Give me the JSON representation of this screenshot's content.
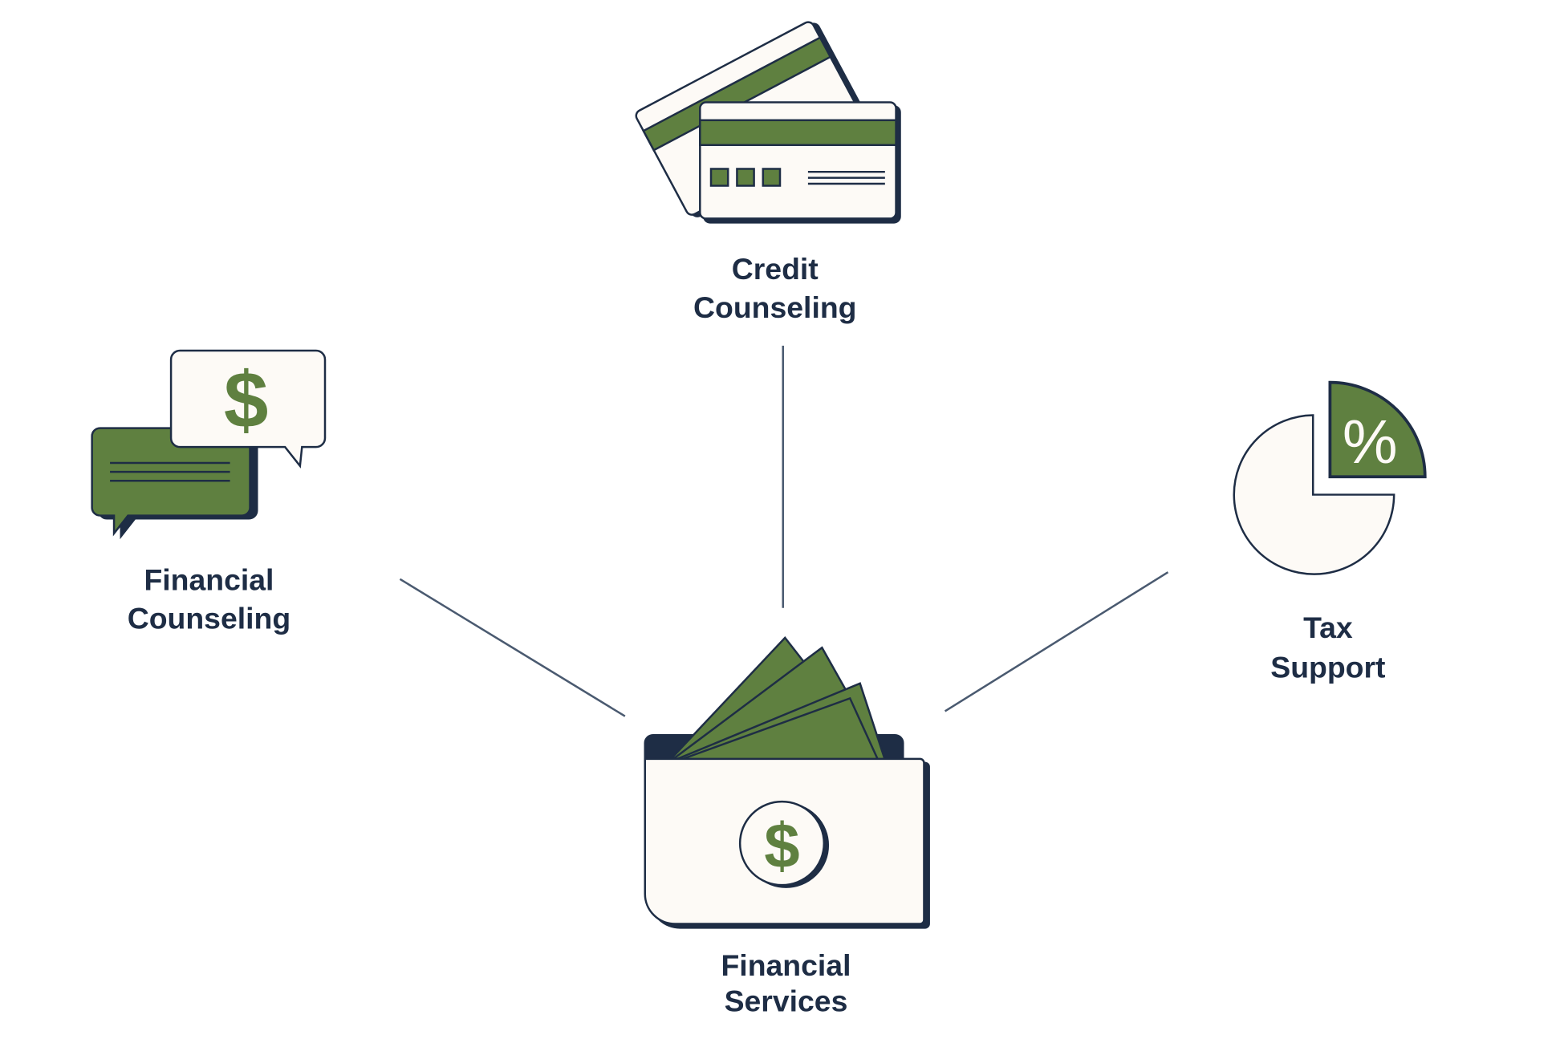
{
  "colors": {
    "green": "#5f8040",
    "navy": "#1e2d45",
    "cream": "#fdfaf6",
    "connector": "#4a5a70"
  },
  "nodes": {
    "credit": {
      "line1": "Credit",
      "line2": "Counseling",
      "icon": "credit-cards-icon"
    },
    "counseling": {
      "line1": "Financial",
      "line2": "Counseling",
      "icon": "chat-bubbles-dollar-icon",
      "symbol": "$"
    },
    "tax": {
      "line1": "Tax",
      "line2": "Support",
      "icon": "pie-chart-percent-icon",
      "symbol": "%"
    },
    "center": {
      "line1": "Financial",
      "line2": "Services",
      "icon": "wallet-cash-icon",
      "symbol": "$"
    }
  }
}
